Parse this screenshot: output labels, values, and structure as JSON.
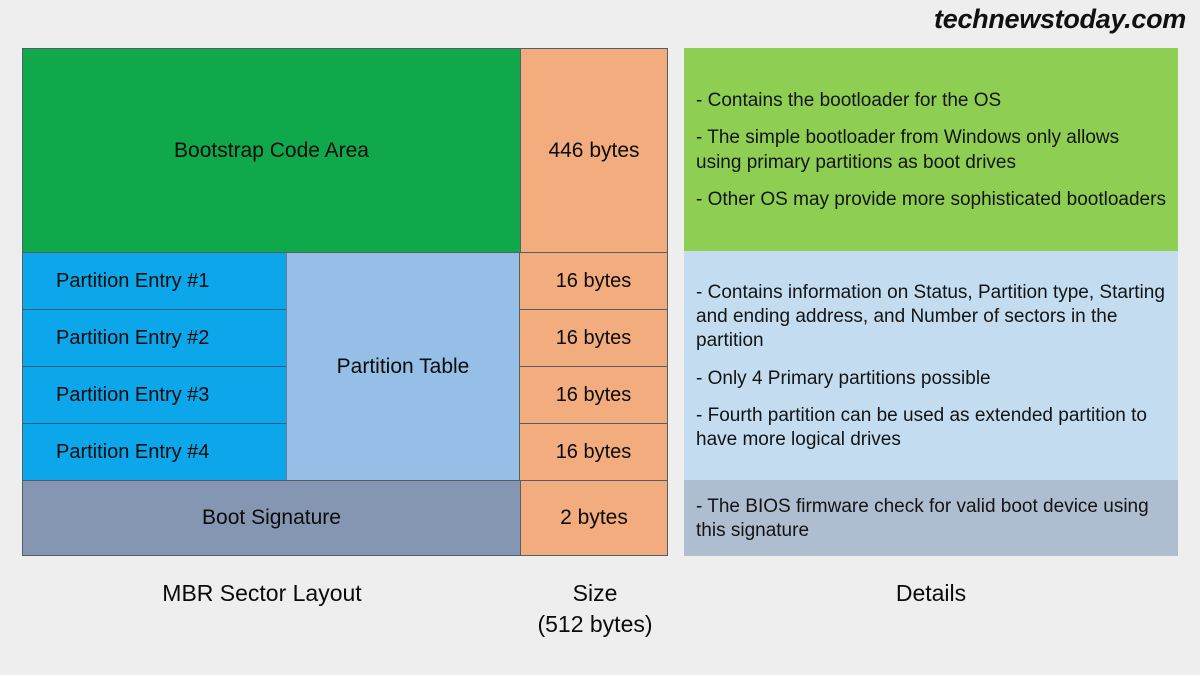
{
  "watermark": "technewstoday.com",
  "diagram": {
    "bootstrap": {
      "label": "Bootstrap Code Area",
      "size": "446 bytes"
    },
    "partition_table": {
      "label": "Partition Table",
      "entries": [
        {
          "label": "Partition Entry #1",
          "size": "16 bytes"
        },
        {
          "label": "Partition Entry #2",
          "size": "16 bytes"
        },
        {
          "label": "Partition Entry #3",
          "size": "16 bytes"
        },
        {
          "label": "Partition Entry #4",
          "size": "16 bytes"
        }
      ]
    },
    "boot_signature": {
      "label": "Boot Signature",
      "size": "2 bytes"
    }
  },
  "details": {
    "bootstrap_bullets": [
      "- Contains the bootloader for the OS",
      "- The simple bootloader from Windows only allows using primary partitions as boot drives",
      "- Other OS may provide more sophisticated bootloaders"
    ],
    "partition_bullets": [
      "- Contains information on Status, Partition type, Starting and ending address, and Number of sectors in the partition",
      "- Only 4 Primary partitions possible",
      "- Fourth partition can be used as extended partition to have more logical drives"
    ],
    "signature_bullets": [
      "- The BIOS firmware check for valid boot device using this signature"
    ]
  },
  "captions": {
    "layout": "MBR Sector Layout",
    "size_line1": "Size",
    "size_line2": "(512 bytes)",
    "details": "Details"
  },
  "colors": {
    "background": "#eeeeee",
    "bootstrap_green": "#0FA84B",
    "size_orange": "#F2AC7D",
    "entry_blue": "#0BA7EA",
    "partition_table_blue": "#96BFE8",
    "boot_signature_slate": "#8496B2",
    "panel_green": "#8ECE52",
    "panel_blue": "#C3DCEF",
    "panel_gray": "#AFBDD1",
    "border": "#555e66"
  }
}
